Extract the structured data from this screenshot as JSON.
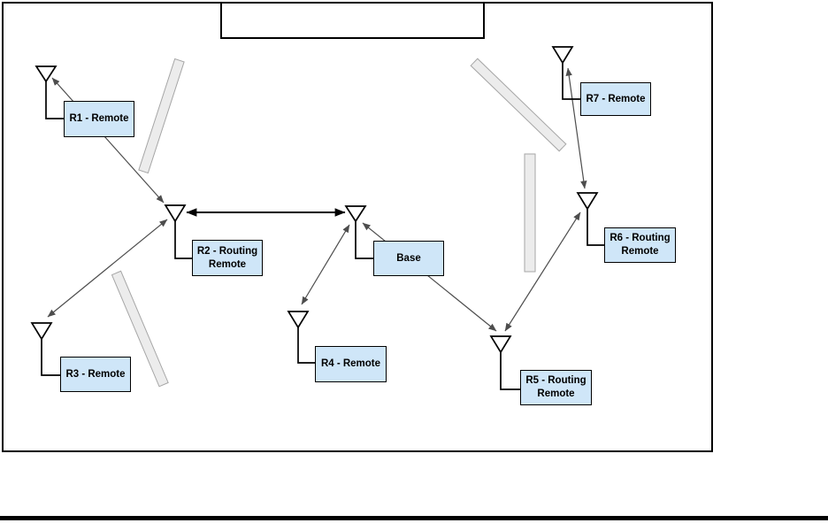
{
  "diagram": {
    "type": "radio-network-topology",
    "title_box_text": "",
    "nodes": [
      {
        "id": "R1",
        "label": "R1 - Remote",
        "role": "remote"
      },
      {
        "id": "R2",
        "label": "R2 - Routing\nRemote",
        "role": "routing-remote"
      },
      {
        "id": "R3",
        "label": "R3 - Remote",
        "role": "remote"
      },
      {
        "id": "R4",
        "label": "R4 - Remote",
        "role": "remote"
      },
      {
        "id": "Base",
        "label": "Base",
        "role": "base"
      },
      {
        "id": "R5",
        "label": "R5 - Routing\nRemote",
        "role": "routing-remote"
      },
      {
        "id": "R6",
        "label": "R6 - Routing\nRemote",
        "role": "routing-remote"
      },
      {
        "id": "R7",
        "label": "R7 - Remote",
        "role": "remote"
      }
    ],
    "links": [
      {
        "from": "R1",
        "to": "R2",
        "bidirectional": true
      },
      {
        "from": "R3",
        "to": "R2",
        "bidirectional": true
      },
      {
        "from": "R2",
        "to": "Base",
        "bidirectional": true
      },
      {
        "from": "R4",
        "to": "Base",
        "bidirectional": true
      },
      {
        "from": "Base",
        "to": "R5",
        "bidirectional": true
      },
      {
        "from": "R5",
        "to": "R6",
        "bidirectional": true
      },
      {
        "from": "R6",
        "to": "R7",
        "bidirectional": true
      }
    ],
    "obstacles_count": 4,
    "colors": {
      "node_fill": "#cfe6f8",
      "node_border": "#000000",
      "obstacle_fill": "#ececec",
      "obstacle_border": "#a6a6a6",
      "link": "#4d4d4d",
      "link_thick": "#000000"
    }
  }
}
